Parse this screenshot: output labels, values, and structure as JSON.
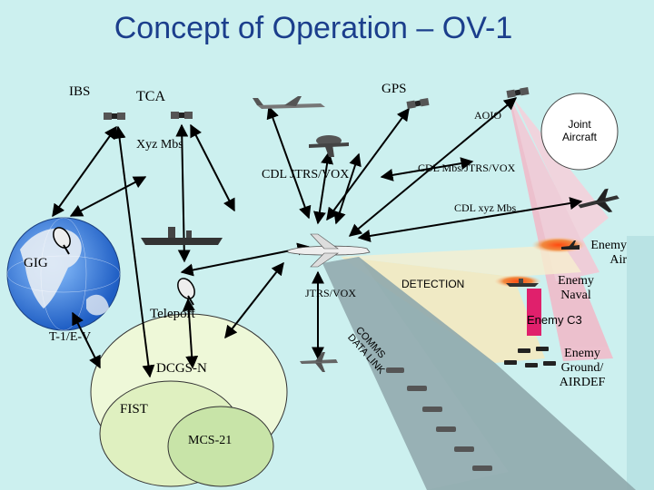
{
  "title": "Concept of Operation – OV-1",
  "labels": {
    "ibs": "IBS",
    "tca": "TCA",
    "gps": "GPS",
    "aoio": "AOIO",
    "joint_aircraft": "Joint Aircraft",
    "xyz_mbs": "Xyz Mbs",
    "cdl_jtrs_vox": "CDL JTRS/VOX",
    "cdl_mbs_jtrs_vox": "CDL Mbs/JTRS/VOX",
    "cdl_xyz_mbs": "CDL xyz Mbs",
    "gig": "GIG",
    "enemy_air": "Enemy Air",
    "detection": "DETECTION",
    "enemy_naval": "Enemy Naval",
    "jtrs_vox": "JTRS/VOX",
    "teleport": "Teleport",
    "enemy_c3": "Enemy C3",
    "comms_data_link": "COMMS DATA LINK",
    "t1_ev": "T-1/E-V",
    "enemy_ground_airdef": "Enemy Ground/ AIRDEF",
    "dcgs_a": "DCGS-N",
    "fist": "FIST",
    "mcs21": "MCS-21"
  },
  "colors": {
    "background": "#ccf0ef",
    "title": "#1b3e8c",
    "pink_beam": "#f2b8c8",
    "detection_beam": "#f4e9c0",
    "datalink": "#8fa8ac",
    "enemy_burst": "#f07030",
    "enemy_c3_bar": "#e0206c",
    "ocean": "#3d7ad6"
  }
}
